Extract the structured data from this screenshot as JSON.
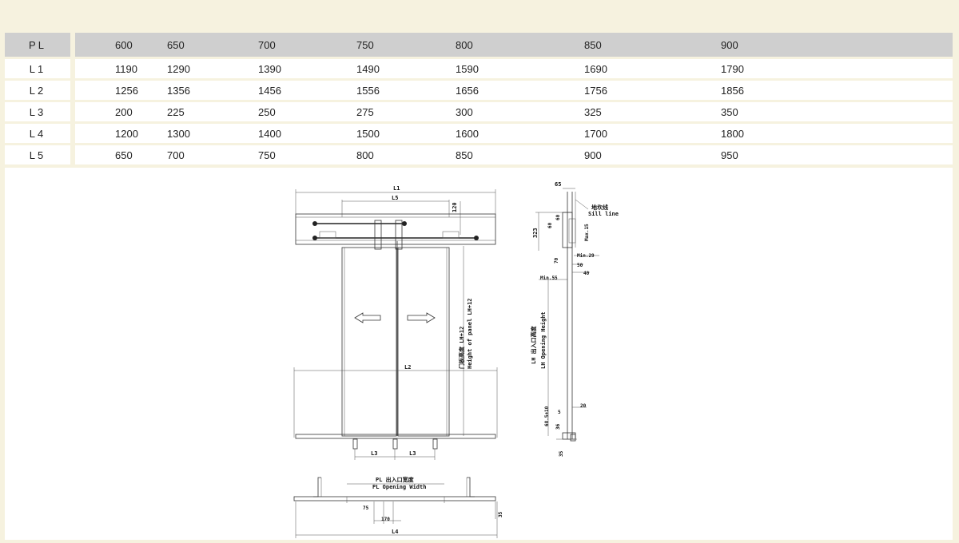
{
  "table": {
    "header": {
      "label": "PL",
      "values": [
        "600",
        "650",
        "700",
        "750",
        "800",
        "850",
        "900"
      ]
    },
    "rows": [
      {
        "label": "L1",
        "values": [
          "1190",
          "1290",
          "1390",
          "1490",
          "1590",
          "1690",
          "1790"
        ]
      },
      {
        "label": "L2",
        "values": [
          "1256",
          "1356",
          "1456",
          "1556",
          "1656",
          "1756",
          "1856"
        ]
      },
      {
        "label": "L3",
        "values": [
          "200",
          "225",
          "250",
          "275",
          "300",
          "325",
          "350"
        ]
      },
      {
        "label": "L4",
        "values": [
          "1200",
          "1300",
          "1400",
          "1500",
          "1600",
          "1700",
          "1800"
        ]
      },
      {
        "label": "L5",
        "values": [
          "650",
          "700",
          "750",
          "800",
          "850",
          "900",
          "950"
        ]
      }
    ]
  },
  "front_view": {
    "l1": "L1",
    "l5": "L5",
    "d120": "120",
    "l2": "L2",
    "l3_left": "L3",
    "l3_right": "L3",
    "panel_height_cn": "门板高度 LH+12",
    "panel_height_en": "Height of panel LH+12"
  },
  "side_view": {
    "d65": "65",
    "sill_line_cn": "地坎线",
    "sill_line_en": "Sill line",
    "d323": "323",
    "d60a": "60",
    "d60b": "60",
    "max15": "Max.15",
    "d70": "70",
    "min29": "Min.29",
    "d50": "50",
    "d40": "40",
    "min55": "Min.55",
    "lh_cn": "LH 出入口高度",
    "lh_en": "LH Opening Height",
    "d68": "68.5±10",
    "d5": "5",
    "d20": "20",
    "d36": "36",
    "d35": "35"
  },
  "plan_view": {
    "pl_cn": "PL 出入口宽度",
    "pl_en": "PL Opening Width",
    "d75": "75",
    "d170": "170",
    "d35": "35",
    "l4": "L4"
  }
}
